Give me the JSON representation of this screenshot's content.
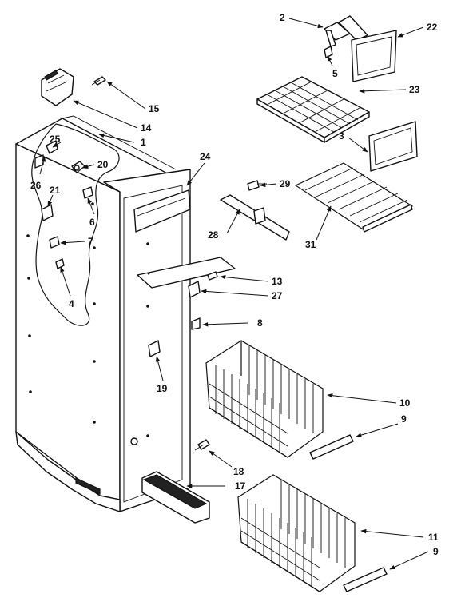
{
  "callouts": {
    "c1": "1",
    "c2": "2",
    "c3": "3",
    "c4": "4",
    "c5": "5",
    "c6": "6",
    "c7": "7",
    "c8": "8",
    "c9a": "9",
    "c9b": "9",
    "c10": "10",
    "c11": "11",
    "c13": "13",
    "c14": "14",
    "c15": "15",
    "c17": "17",
    "c18": "18",
    "c19": "19",
    "c20": "20",
    "c21": "21",
    "c22": "22",
    "c23": "23",
    "c24": "24",
    "c25": "25",
    "c26": "26",
    "c27": "27",
    "c28": "28",
    "c29": "29",
    "c31": "31"
  },
  "colors": {
    "line": "#111111",
    "background": "#ffffff"
  }
}
